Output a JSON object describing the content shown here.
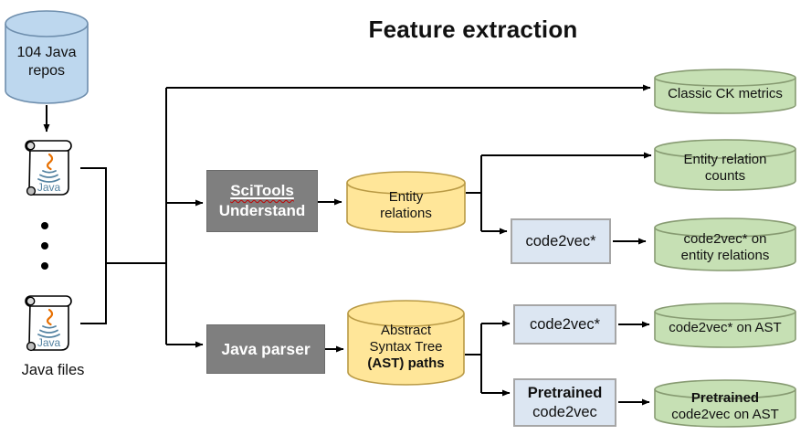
{
  "title": "Feature extraction",
  "colors": {
    "blue-fill": "#BDD7EE",
    "blue-stroke": "#6E8EAD",
    "yellow-fill": "#FFE699",
    "yellow-stroke": "#B99A45",
    "green-fill": "#C6E0B4",
    "green-stroke": "#879B72",
    "graybox-fill": "#7F7F7F",
    "graybox-stroke": "#6B6B6B",
    "bluebox-fill": "#DCE6F2",
    "bluebox-stroke": "#A6A6A6",
    "line": "#000000",
    "text": "#111111",
    "box-text": "#FFFFFF",
    "wavy": "#C00000",
    "java-orange": "#E76F00",
    "java-blue": "#5382A1"
  },
  "nodes": {
    "repos": {
      "line1": "104 Java",
      "line2": "repos"
    },
    "java_icon_text": "Java",
    "java_files_caption": "Java files",
    "scitools": {
      "line1": "SciTools",
      "line2": "Understand"
    },
    "java_parser": "Java parser",
    "entity_relations": {
      "line1": "Entity",
      "line2": "relations"
    },
    "ast_paths": {
      "line1": "Abstract",
      "line2": "Syntax Tree",
      "line3": "(AST) paths"
    },
    "code2vec_er": "code2vec*",
    "code2vec_ast": "code2vec*",
    "pretrained": {
      "line1": "Pretrained",
      "line2": "code2vec"
    },
    "ck_metrics": "Classic CK metrics",
    "er_counts": {
      "line1": "Entity relation",
      "line2": "counts"
    },
    "code2vec_on_er": {
      "line1": "code2vec* on",
      "line2": "entity relations"
    },
    "code2vec_on_ast": "code2vec* on AST",
    "pretrained_on_ast": {
      "line1": "Pretrained",
      "line2": "code2vec on AST"
    }
  }
}
